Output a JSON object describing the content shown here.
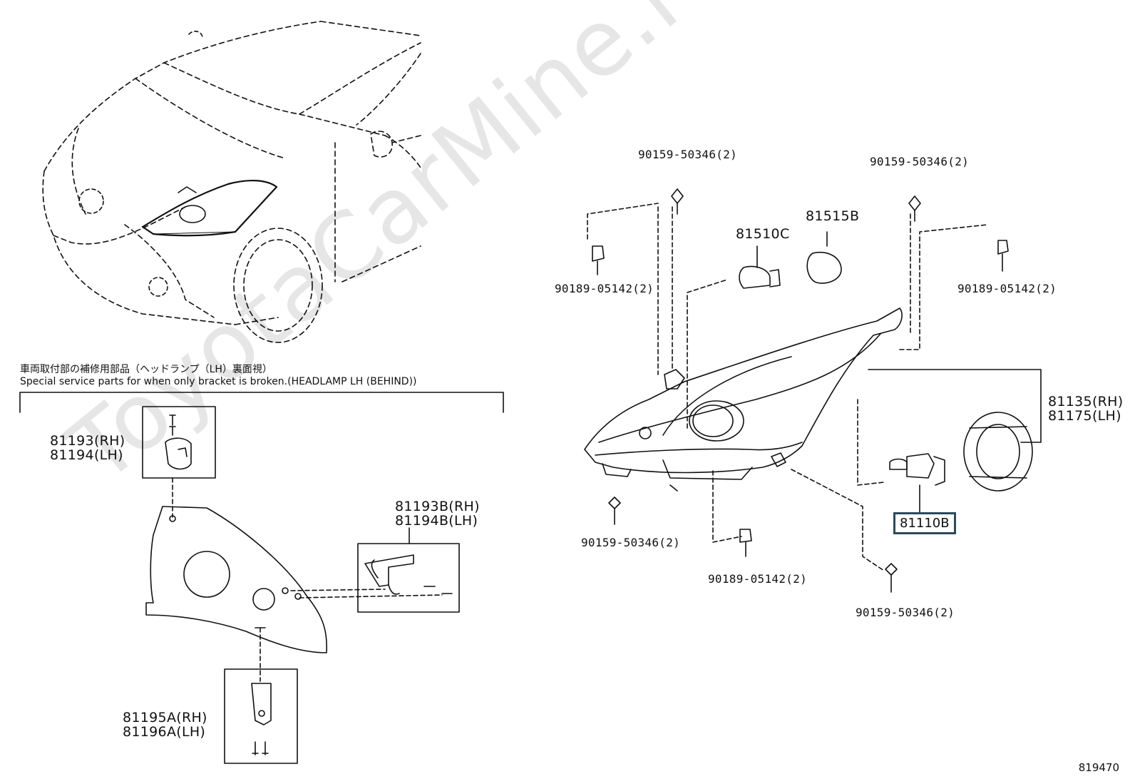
{
  "watermark": "ToyotaCarMine.ru",
  "caption": {
    "jp": "車両取付部の補修用部品（ヘッドランプ（LH）裏面視）",
    "en": "Special service parts for when only bracket is broken.(HEADLAMP LH (BEHIND))"
  },
  "parts": {
    "bracket_upper_rh": "81193(RH)",
    "bracket_upper_lh": "81194(LH)",
    "bracket_side_rh": "81193B(RH)",
    "bracket_side_lh": "81194B(LH)",
    "bracket_lower_rh": "81195A(RH)",
    "bracket_lower_lh": "81196A(LH)",
    "screw_top_left": "90159-50346(2)",
    "screw_top_right": "90159-50346(2)",
    "clip_left": "90189-05142(2)",
    "clip_right": "90189-05142(2)",
    "bulb_sidemarker": "81510C",
    "socket": "81515B",
    "headlamp_rh": "81135(RH)",
    "headlamp_lh": "81175(LH)",
    "bulb_main": "81110B",
    "screw_bottom_left": "90159-50346(2)",
    "clip_bottom": "90189-05142(2)",
    "screw_bottom_right": "90159-50346(2)"
  },
  "reference_number": "819470"
}
